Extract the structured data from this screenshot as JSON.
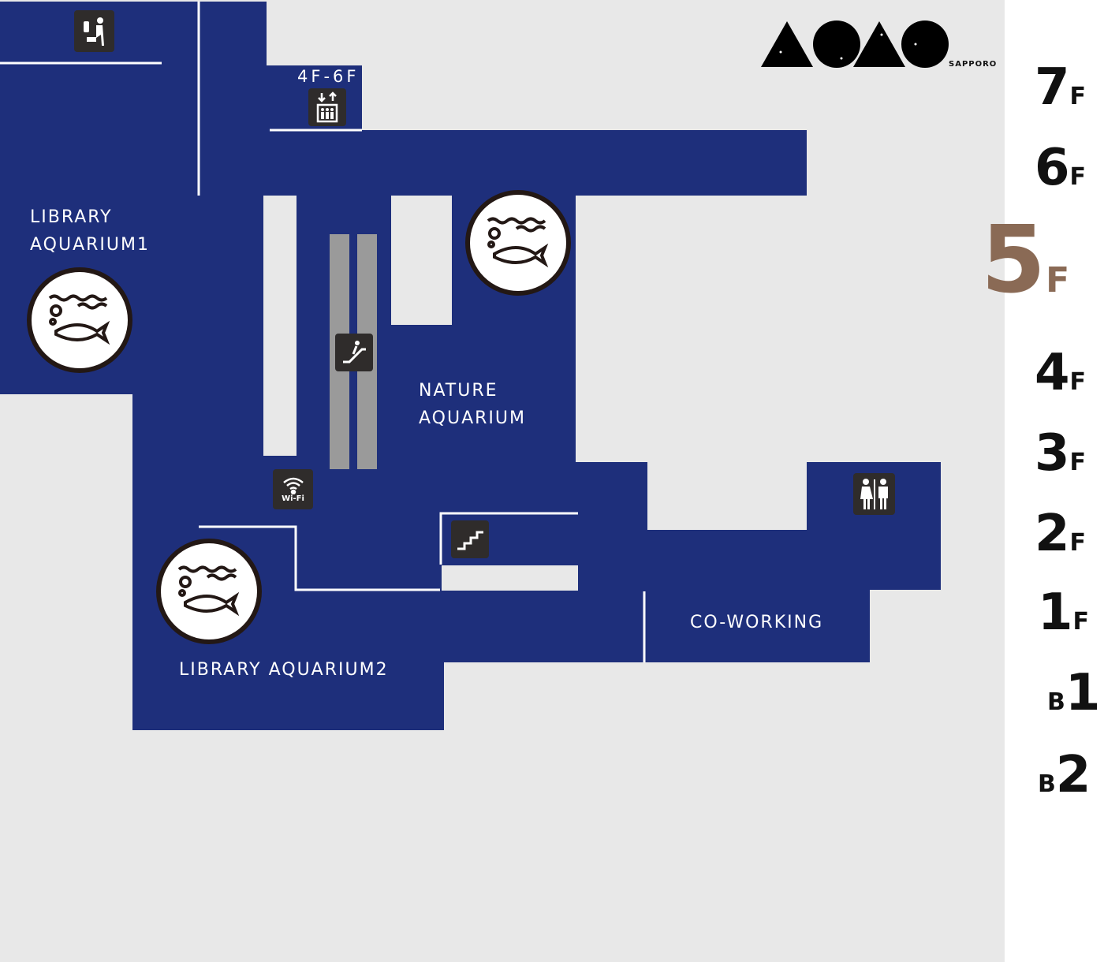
{
  "logo": {
    "text": "AOAO",
    "subtitle": "SAPPORO"
  },
  "colors": {
    "floor_area": "#1e2f7b",
    "background": "#e8e8e8",
    "active_floor": "#8a6a55"
  },
  "map": {
    "elevator_label": "4F-6F",
    "areas": {
      "library_aquarium1": "LIBRARY\nAQUARIUM1",
      "nature_aquarium": "NATURE\nAQUARIUM",
      "library_aquarium2": "LIBRARY AQUARIUM2",
      "co_working": "CO-WORKING"
    },
    "wifi_label": "Wi-Fi",
    "icons": [
      "baby-care-icon",
      "elevator-icon",
      "escalator-icon",
      "wifi-icon",
      "stairs-icon",
      "restroom-icon",
      "aquarium-icon"
    ]
  },
  "floors": [
    {
      "num": "7",
      "suffix": "F",
      "prefix": ""
    },
    {
      "num": "6",
      "suffix": "F",
      "prefix": ""
    },
    {
      "num": "5",
      "suffix": "F",
      "prefix": "",
      "active": true
    },
    {
      "num": "4",
      "suffix": "F",
      "prefix": ""
    },
    {
      "num": "3",
      "suffix": "F",
      "prefix": ""
    },
    {
      "num": "2",
      "suffix": "F",
      "prefix": ""
    },
    {
      "num": "1",
      "suffix": "F",
      "prefix": ""
    },
    {
      "num": "1",
      "suffix": "",
      "prefix": "B"
    },
    {
      "num": "2",
      "suffix": "",
      "prefix": "B"
    }
  ]
}
